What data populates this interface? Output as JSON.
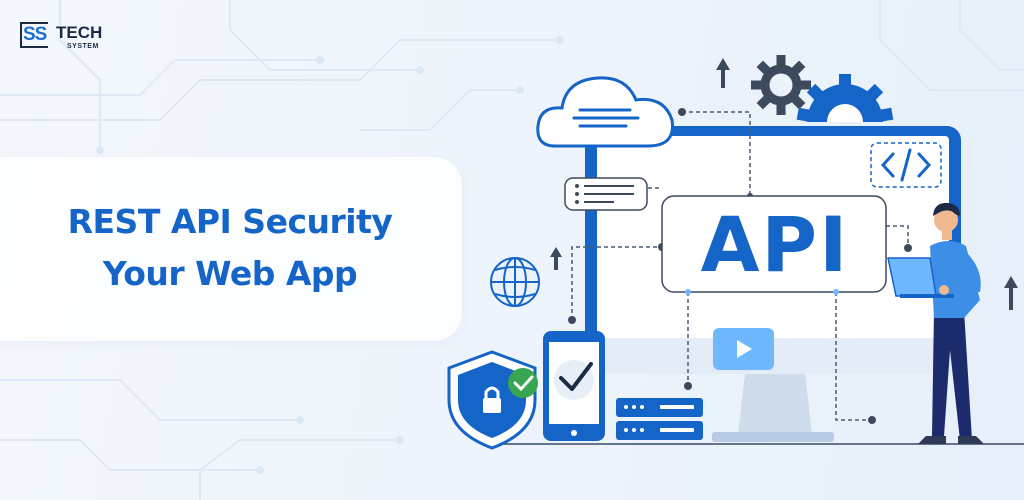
{
  "brand": {
    "logo_ss": "SS",
    "logo_tech": "TECH",
    "logo_system": "SYSTEM",
    "accent_color": "#1565c8",
    "dark_color": "#1b2b45"
  },
  "hero": {
    "title_line1": "REST API Security",
    "title_line2": "Your Web App"
  },
  "illustration": {
    "api_text": "API",
    "icons": [
      "cloud-icon",
      "gear-icon",
      "arrow-up-icon",
      "code-icon",
      "list-card-icon",
      "globe-icon",
      "shield-lock-icon",
      "check-badge-icon",
      "phone-check-icon",
      "server-icon",
      "play-button-icon",
      "developer-with-laptop"
    ]
  }
}
